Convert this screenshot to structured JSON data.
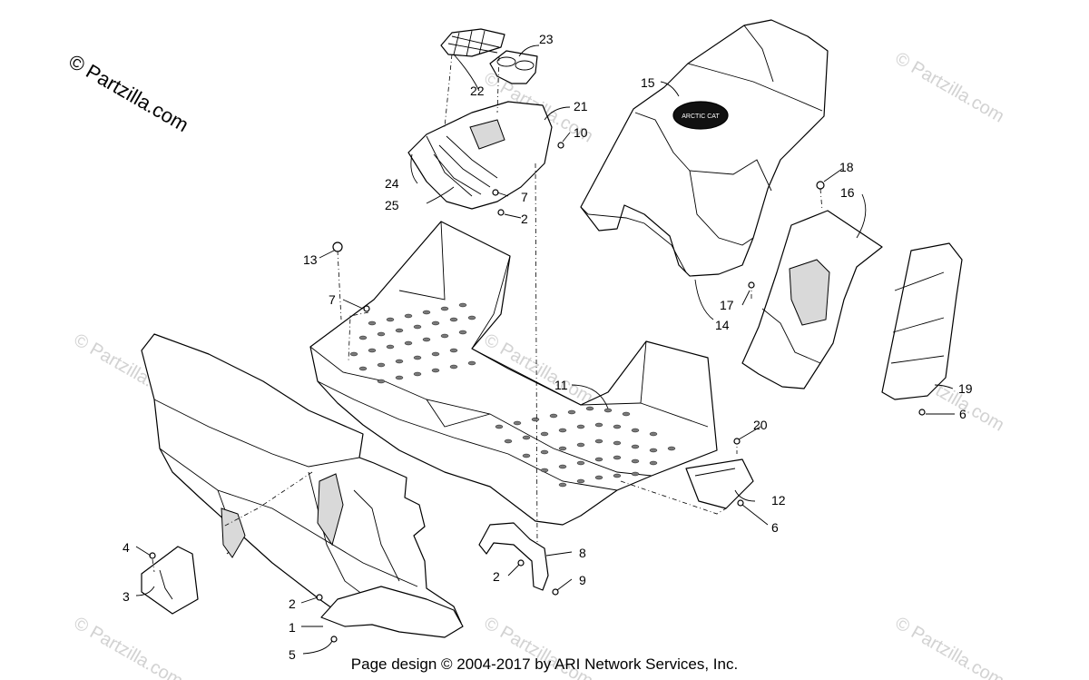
{
  "brand": {
    "copyright_symbol": "©",
    "text": "Partzilla.com"
  },
  "watermark_text": "© Partzilla.com",
  "footer": "Page design © 2004-2017 by ARI Network Services, Inc.",
  "callouts": {
    "c1": "1",
    "c2a": "2",
    "c2b": "2",
    "c2c": "2",
    "c3": "3",
    "c4": "4",
    "c5": "5",
    "c6a": "6",
    "c6b": "6",
    "c7a": "7",
    "c7b": "7",
    "c8": "8",
    "c9": "9",
    "c10": "10",
    "c11": "11",
    "c12": "12",
    "c13": "13",
    "c14": "14",
    "c15": "15",
    "c16": "16",
    "c17": "17",
    "c18": "18",
    "c19": "19",
    "c20": "20",
    "c21": "21",
    "c22": "22",
    "c23": "23",
    "c24": "24",
    "c25": "25"
  },
  "hood_logo": "ARCTIC CAT"
}
